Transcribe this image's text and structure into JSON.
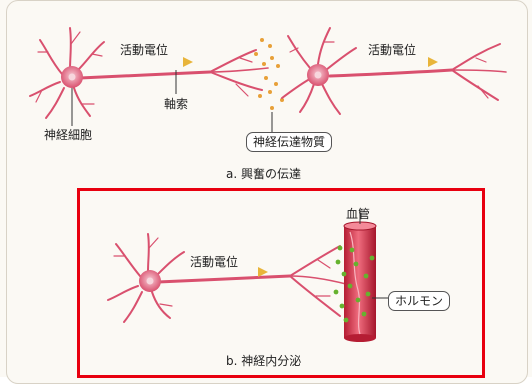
{
  "panel_a": {
    "label_action_potential_1": "活動電位",
    "label_action_potential_2": "活動電位",
    "label_axon": "軸索",
    "label_neuron": "神経細胞",
    "label_neurotransmitter": "神経伝達物質",
    "caption": "a. 興奮の伝達"
  },
  "panel_b": {
    "label_blood_vessel": "血管",
    "label_action_potential": "活動電位",
    "label_hormone": "ホルモン",
    "caption": "b. 神経内分泌"
  },
  "colors": {
    "neuron": "#d9506e",
    "arrow_gold": "#e8b43a",
    "arrow_pink": "#e9a3b3",
    "vessel": "#d83048",
    "hormone": "#66b22e",
    "highlight_frame": "#e8000f"
  }
}
